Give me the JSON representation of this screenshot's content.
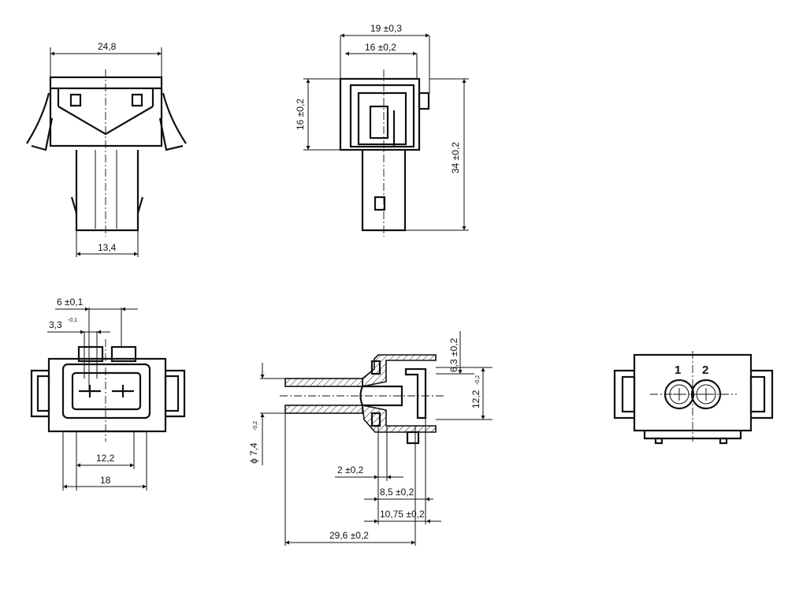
{
  "top_front_view": {
    "width_top": "24,8",
    "width_stem": "13,4"
  },
  "top_side_view": {
    "width_outer": "19 ±0,3",
    "width_inner": "16 ±0,2",
    "height_head": "16 ±0,2",
    "height_total": "34 ±0,2"
  },
  "bottom_front_view": {
    "pin_pitch": "6 ±0,1",
    "pin_width": "3,3",
    "pin_width_tol": "-0,1",
    "inner_width": "12,2",
    "outer_width": "18"
  },
  "section_view": {
    "tube_diameter": "ϕ 7,4",
    "tube_diameter_tol": "-0,2",
    "head_offset": "6,3 ±0,2",
    "socket_height": "12,2",
    "socket_height_tol": "-0,2",
    "dim_2": "2 ±0,2",
    "dim_8_5": "8,5 ±0,2",
    "dim_10_75": "10,75 ±0,2",
    "total_length": "29,6 ±0,2"
  },
  "rear_view": {
    "pin_1": "1",
    "pin_2": "2"
  }
}
